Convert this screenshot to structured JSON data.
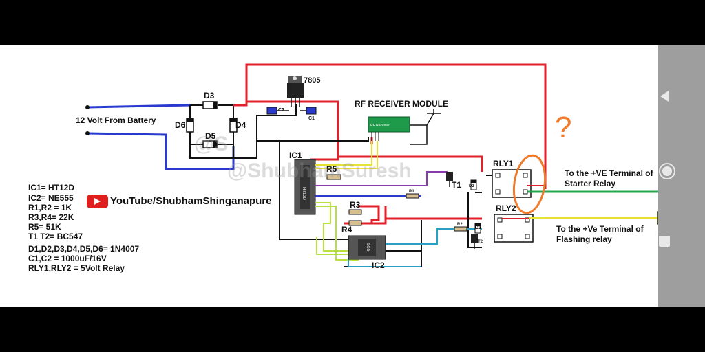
{
  "labels": {
    "battery": "12 Volt From Battery",
    "rf_module": "RF RECEIVER MODULE",
    "rf_chip": "RF Receiver",
    "regulator": "7805",
    "d3": "D3",
    "d4": "D4",
    "d5": "D5",
    "d6": "D6",
    "c1": "C1",
    "c2": "C2",
    "ic1": "IC1",
    "ic1_chip": "HT12D",
    "ic2": "IC2",
    "ic2_chip": "555",
    "r1": "R1",
    "r2": "R2",
    "r3": "R3",
    "r4": "R4",
    "r5": "R5",
    "d1": "D1",
    "d2": "D2",
    "t1": "T1",
    "t2": "T2",
    "rly1": "RLY1",
    "rly2": "RLY2",
    "note_question": "?"
  },
  "notes": {
    "starter_line1": "To the +VE Terminal of",
    "starter_line2": "Starter Relay",
    "flashing_line1": "To the +Ve Terminal of",
    "flashing_line2": "Flashing relay"
  },
  "legend": [
    "IC1= HT12D",
    "IC2= NE555",
    "R1,R2 = 1K",
    "R3,R4= 22K",
    "R5= 51K",
    "T1  T2= BC547",
    "D1,D2,D3,D4,D5,D6= 1N4007",
    "C1,C2 = 1000uF/16V",
    "RLY1,RLY2 = 5Volt Relay"
  ],
  "youtube": {
    "text": "YouTube/ShubhamShinganapure"
  },
  "watermarks": [
    "@ShubhamSuresh",
    "@S"
  ],
  "colors": {
    "red": "#e0202a",
    "blue": "#2a3ad0",
    "black": "#111111",
    "green": "#2aa64a",
    "yellow": "#e8e033",
    "purple": "#8a3ab0",
    "cyan": "#2aa0c8",
    "lime": "#b8e040",
    "annotation": "#f07a2a",
    "terminal_green": "#1f6e2a",
    "terminal_olive": "#9a9a12"
  },
  "navbar": {
    "back": "back-icon",
    "home": "home-icon",
    "recents": "recents-icon"
  }
}
